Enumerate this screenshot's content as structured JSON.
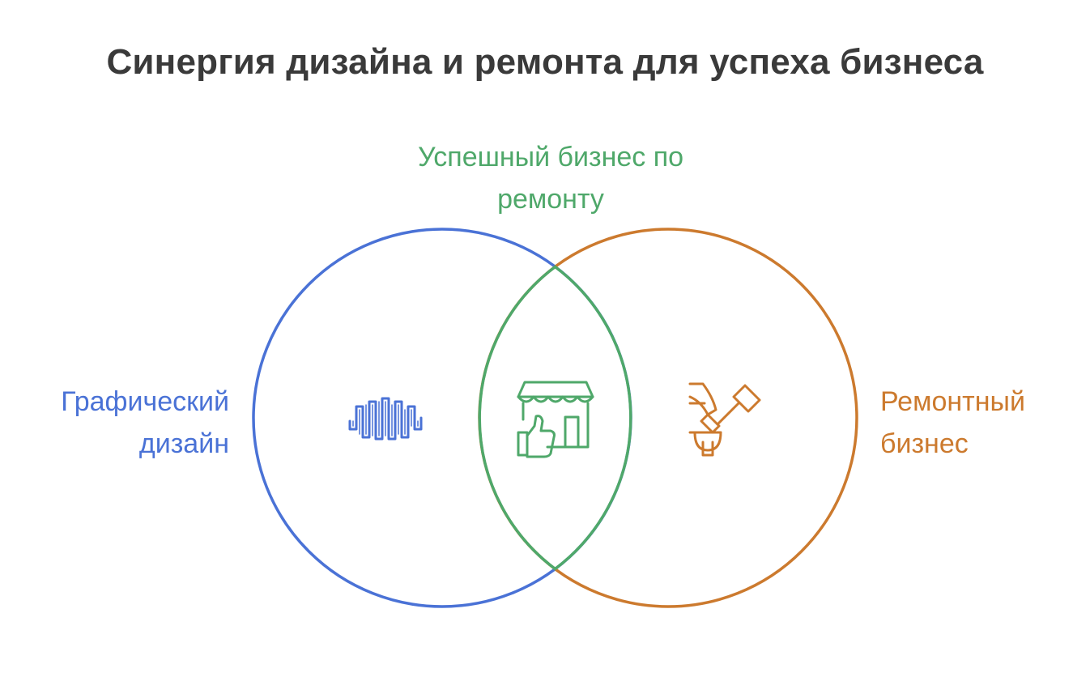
{
  "title": "Синергия дизайна и ремонта для успеха бизнеса",
  "sets": {
    "left": {
      "label_line1": "Графический",
      "label_line2": "дизайн",
      "color": "#4a72d6",
      "icon": "waveform-icon"
    },
    "right": {
      "label_line1": "Ремонтный",
      "label_line2": "бизнес",
      "color": "#cc7a2e",
      "icon": "repair-tools-icon"
    },
    "overlap": {
      "label_line1": "Успешный бизнес по",
      "label_line2": "ремонту",
      "color": "#4fa86a",
      "icon": "storefront-thumbs-up-icon"
    }
  },
  "colors": {
    "title": "#3a3a3a",
    "background": "#ffffff"
  }
}
